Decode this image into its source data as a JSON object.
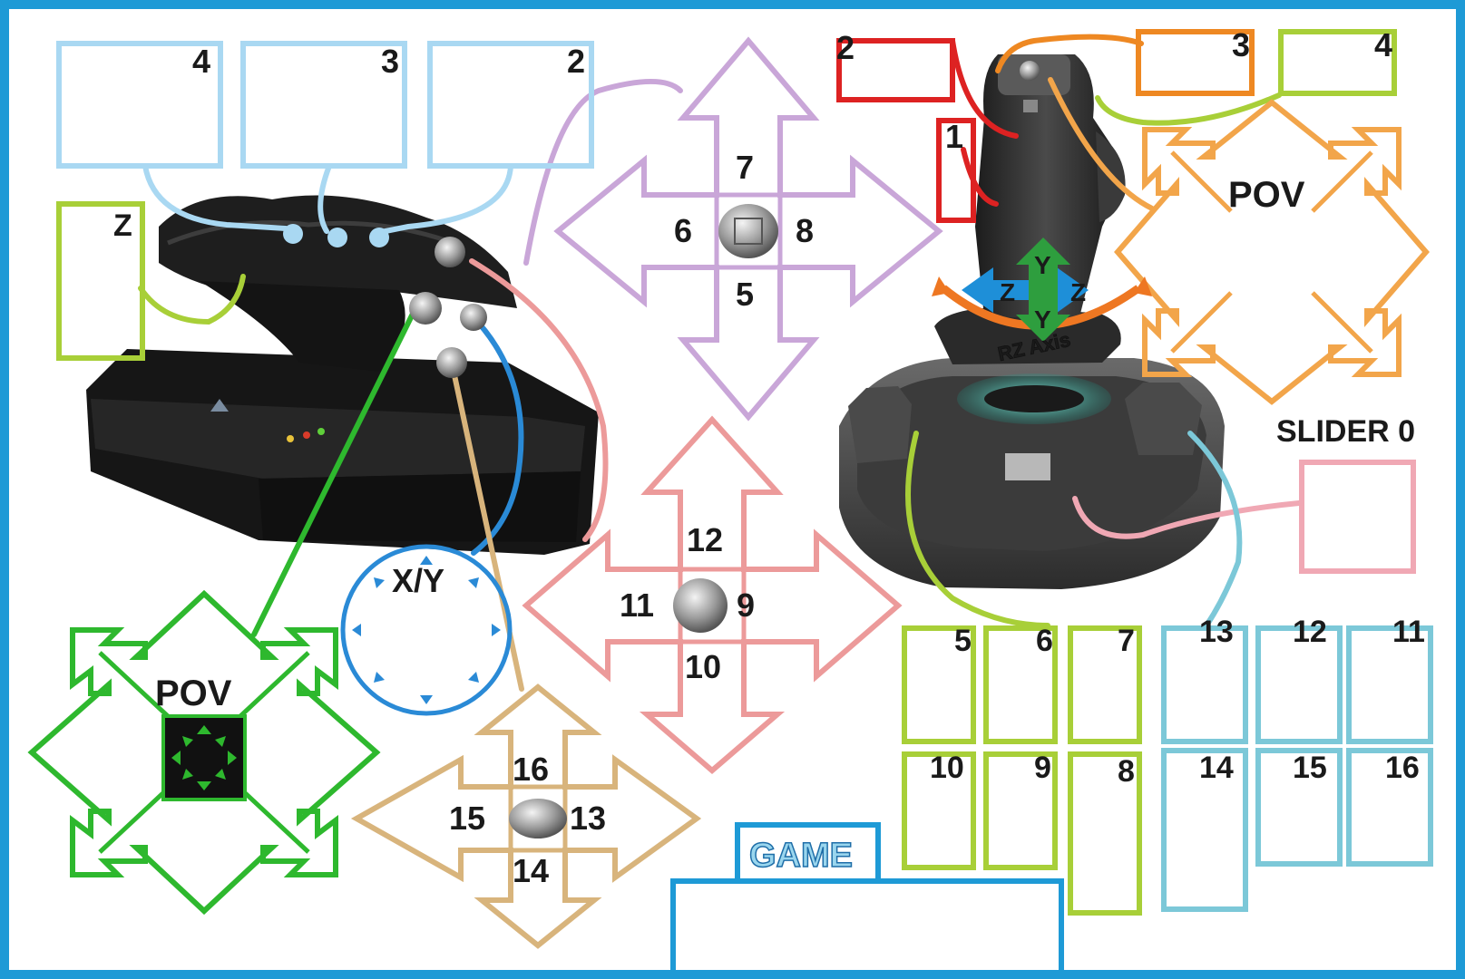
{
  "colors": {
    "frame": "#1e9ad6",
    "throttle_buttons": "#a9d8f2",
    "z_axis": "#a8cf38",
    "hat_purple": "#c9a6d8",
    "hat_pink": "#ec9a9a",
    "hat_tan": "#d8b47c",
    "pov_left": "#2eb82e",
    "pov_right": "#f2a54a",
    "xy": "#2a8ad6",
    "red": "#dd2222",
    "orange": "#ee8822",
    "green_buttons": "#a8cf38",
    "teal_buttons": "#7cc8d8",
    "slider": "#f0a8b4",
    "game": "#1e9ad6"
  },
  "throttle": {
    "button_labels": [
      "4",
      "3",
      "2"
    ],
    "z_label": "Z",
    "hat1": {
      "up": "7",
      "left": "6",
      "right": "8",
      "down": "5"
    },
    "hat2": {
      "up": "12",
      "left": "11",
      "right": "9",
      "down": "10"
    },
    "hat3": {
      "up": "16",
      "left": "15",
      "right": "13",
      "down": "14"
    },
    "pov_label": "POV",
    "xy_label": "X/Y"
  },
  "joystick": {
    "top_labels": {
      "b2": "2",
      "b1": "1",
      "b3": "3",
      "b4": "4"
    },
    "pov_label": "POV",
    "axis": {
      "y_top": "Y",
      "y_bottom": "Y",
      "z_left": "Z",
      "z_right": "Z",
      "rz": "RZ Axis"
    },
    "slider_label": "SLIDER 0",
    "left_bank": [
      "5",
      "6",
      "7",
      "10",
      "9",
      "8"
    ],
    "right_bank": [
      "13",
      "12",
      "11",
      "14",
      "15",
      "16"
    ]
  },
  "game_label": "GAME"
}
